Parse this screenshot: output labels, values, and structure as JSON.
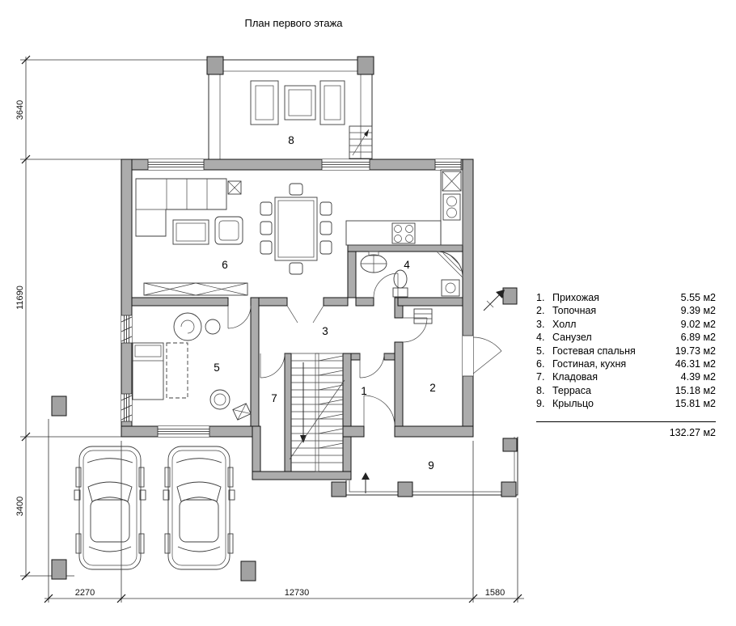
{
  "title": "План первого этажа",
  "plan": {
    "room_labels": {
      "n1": "1",
      "n2": "2",
      "n3": "3",
      "n4": "4",
      "n5": "5",
      "n6": "6",
      "n7": "7",
      "n8": "8",
      "n9": "9"
    },
    "colors": {
      "wall_fill": "#acacac",
      "line": "#141414"
    }
  },
  "dims": {
    "left": [
      "3640",
      "11690",
      "3400"
    ],
    "bottom": [
      "2270",
      "12730",
      "1580"
    ]
  },
  "legend": {
    "rooms": [
      {
        "num": "1.",
        "name": "Прихожая",
        "area": "5.55 м2"
      },
      {
        "num": "2.",
        "name": "Топочная",
        "area": "9.39 м2"
      },
      {
        "num": "3.",
        "name": "Холл",
        "area": "9.02 м2"
      },
      {
        "num": "4.",
        "name": "Санузел",
        "area": "6.89 м2"
      },
      {
        "num": "5.",
        "name": "Гостевая спальня",
        "area": "19.73 м2"
      },
      {
        "num": "6.",
        "name": "Гостиная, кухня",
        "area": "46.31 м2"
      },
      {
        "num": "7.",
        "name": "Кладовая",
        "area": "4.39 м2"
      },
      {
        "num": "8.",
        "name": "Терраса",
        "area": "15.18 м2"
      },
      {
        "num": "9.",
        "name": "Крыльцо",
        "area": "15.81 м2"
      }
    ],
    "total": "132.27 м2"
  }
}
